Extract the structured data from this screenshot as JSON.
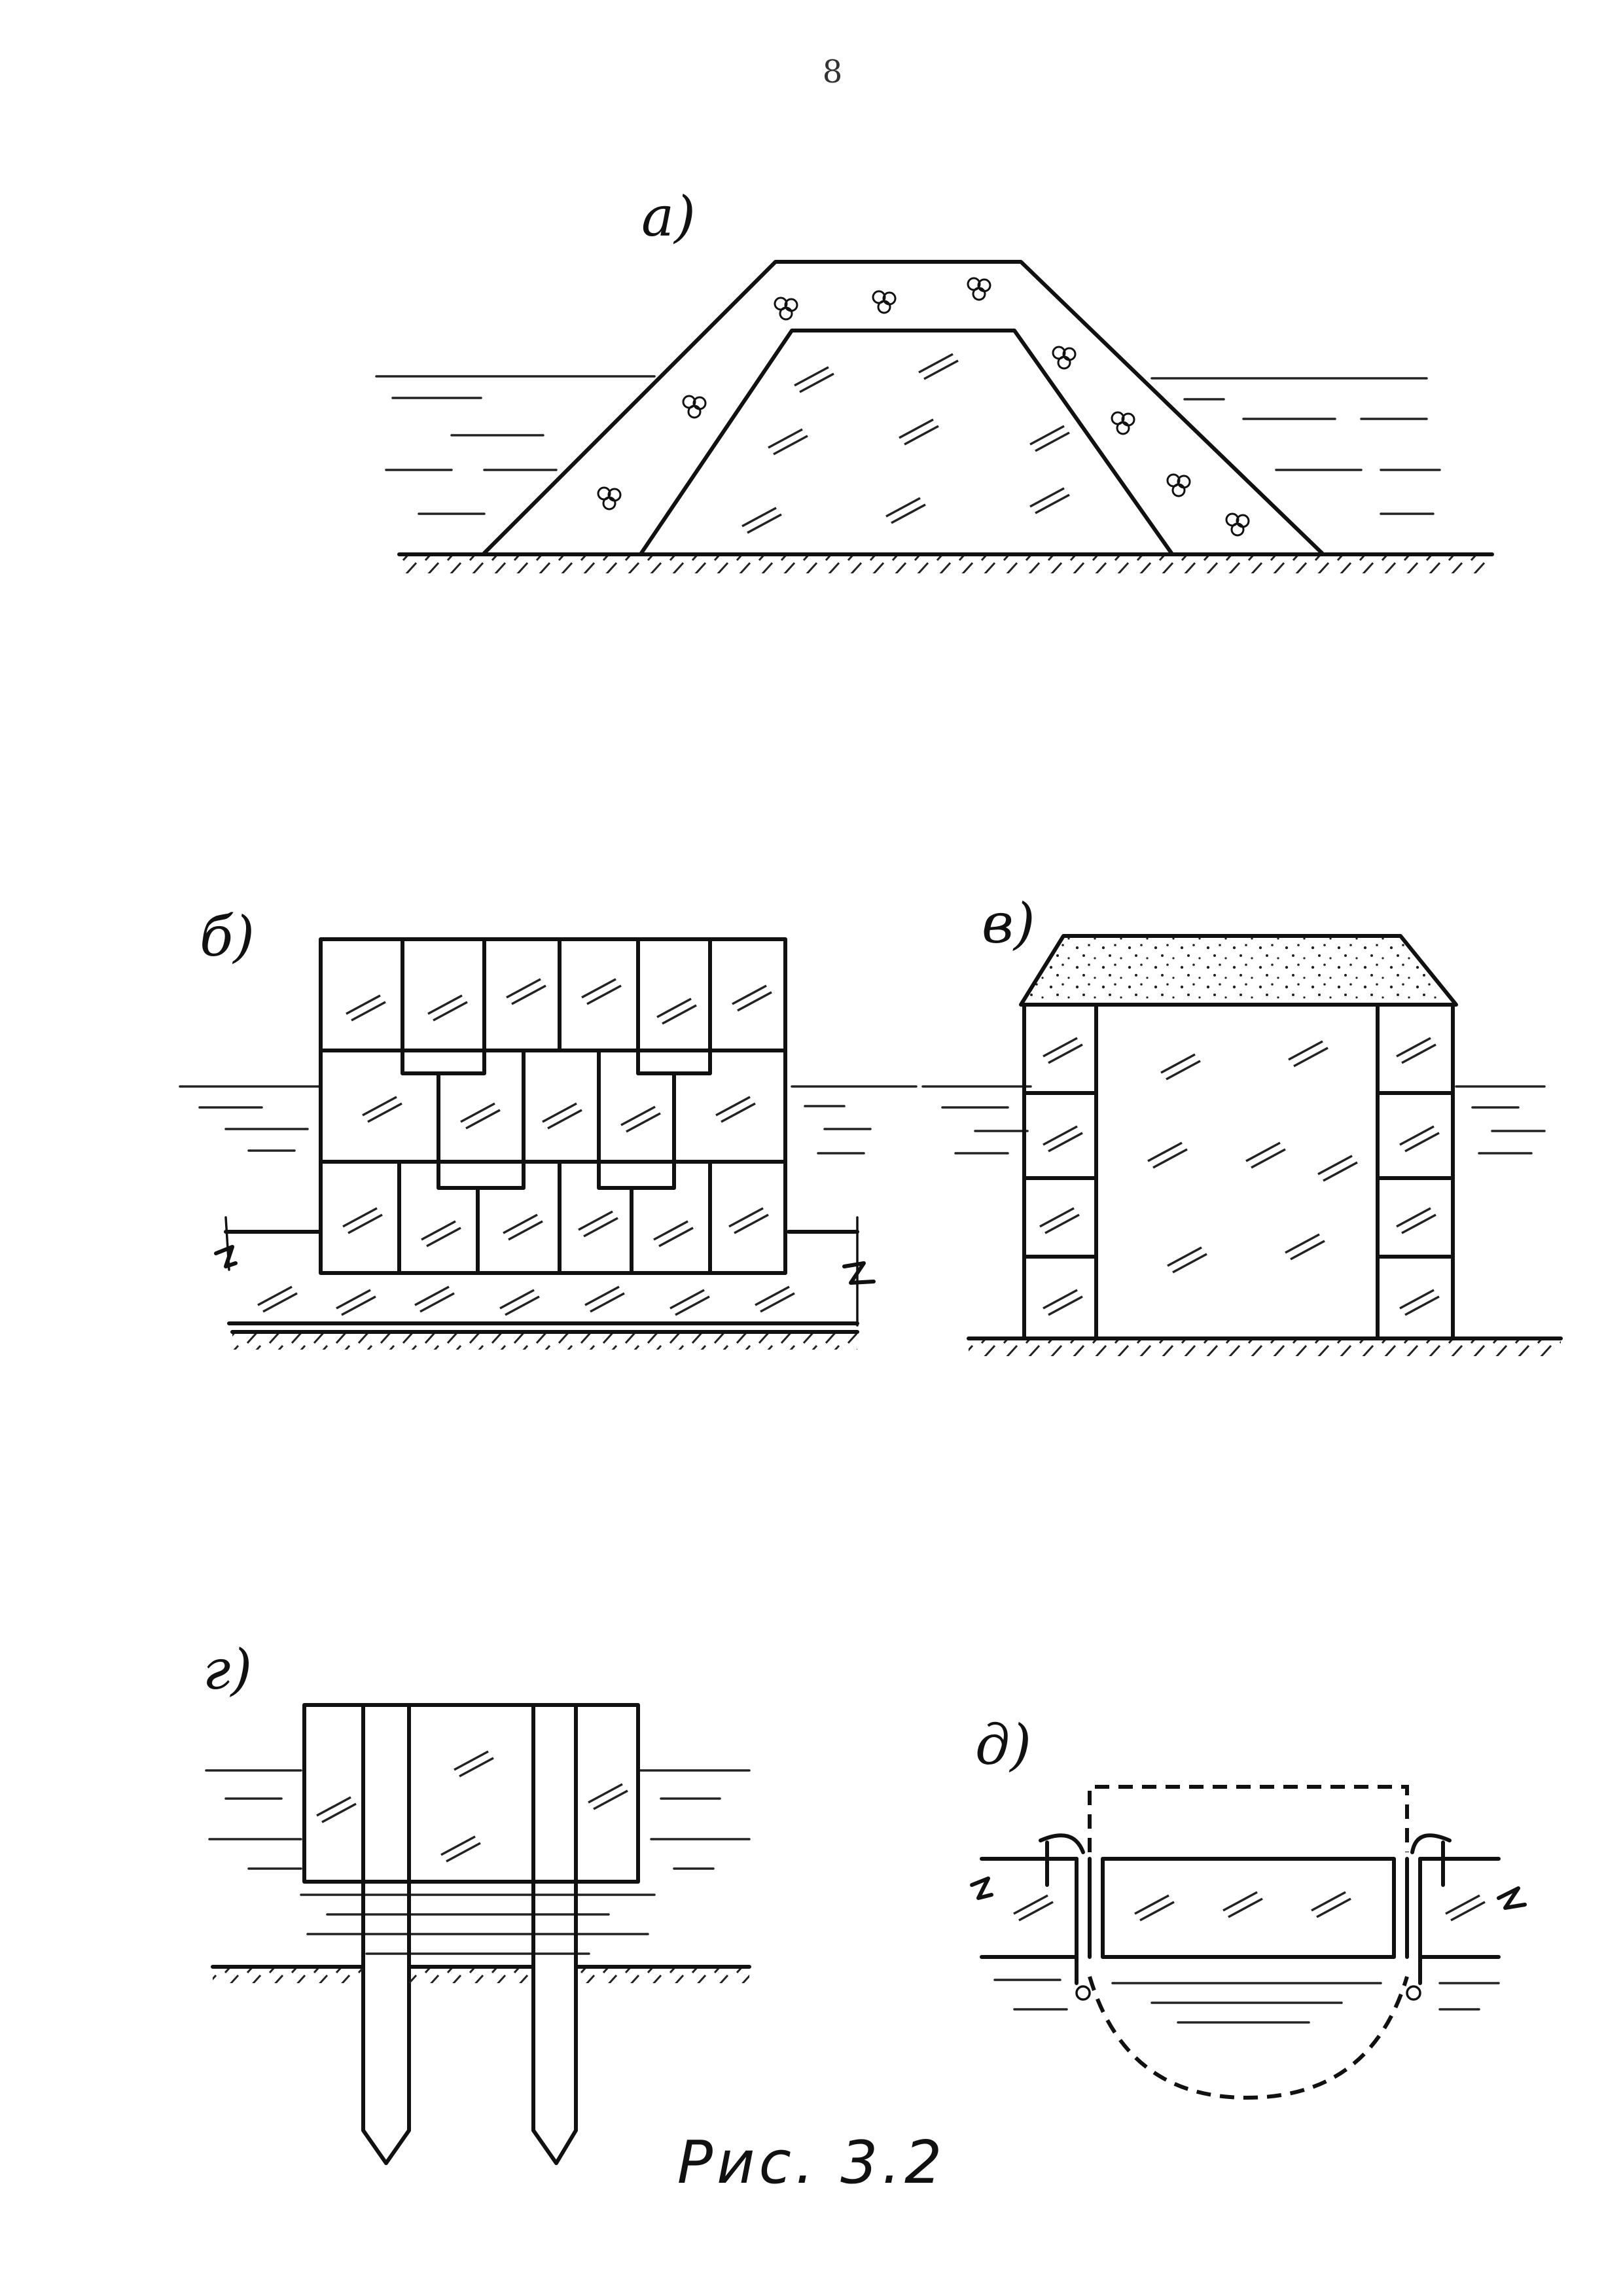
{
  "page_number": "8",
  "caption": "Рис. 3.2",
  "panels": {
    "a": {
      "label": "а)"
    },
    "b": {
      "label": "б)"
    },
    "v": {
      "label": "в)"
    },
    "g": {
      "label": "г)"
    },
    "d": {
      "label": "д)"
    }
  }
}
